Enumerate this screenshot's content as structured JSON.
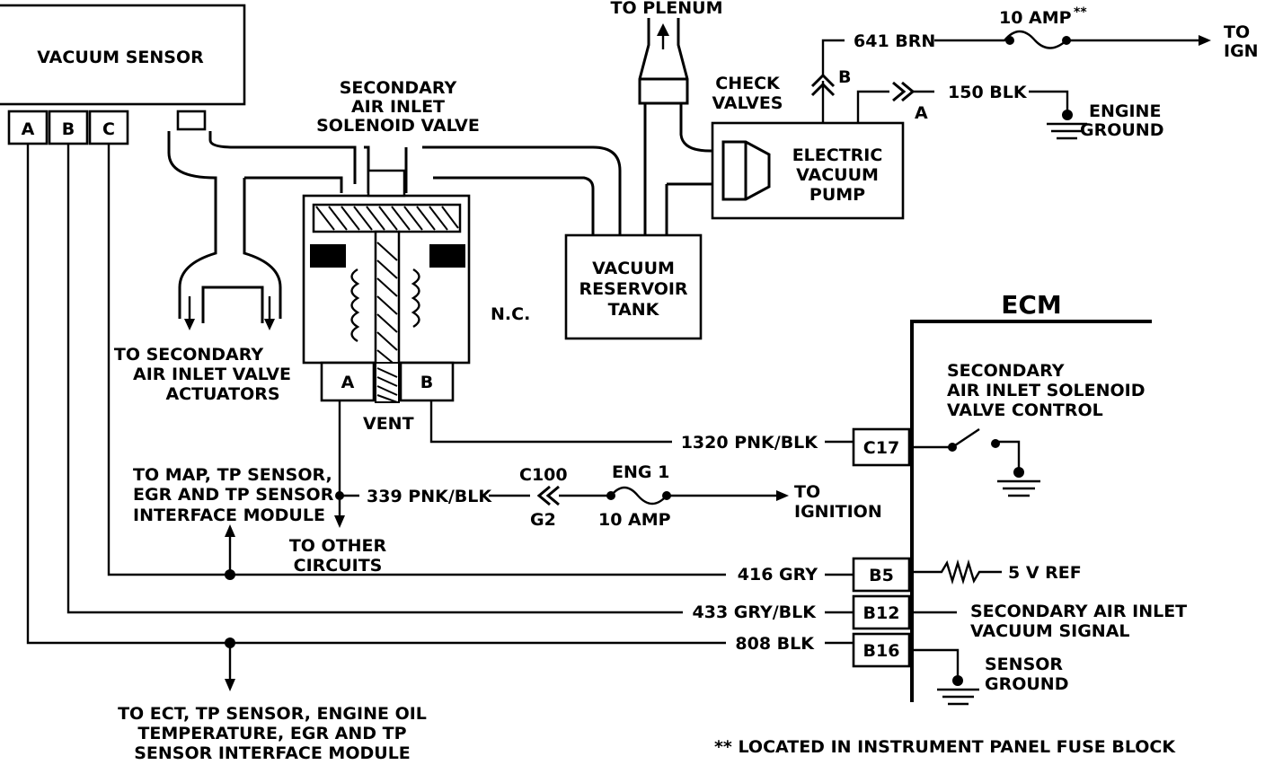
{
  "components": {
    "vacuum_sensor": "VACUUM SENSOR",
    "vacuum_sensor_pins": [
      "A",
      "B",
      "C"
    ],
    "solenoid": [
      "SECONDARY",
      "AIR INLET",
      "SOLENOID VALVE"
    ],
    "solenoid_pins": [
      "A",
      "B"
    ],
    "normally_closed": "N.C.",
    "vent": "VENT",
    "to_plenum": "TO PLENUM",
    "check_valves": [
      "CHECK",
      "VALVES"
    ],
    "reservoir": [
      "VACUUM",
      "RESERVOIR",
      "TANK"
    ],
    "pump": [
      "ELECTRIC",
      "VACUUM",
      "PUMP"
    ],
    "to_actuators": [
      "TO SECONDARY",
      "AIR INLET  VALVE",
      "ACTUATORS"
    ],
    "ecm": "ECM",
    "ecm_switch_label": [
      "SECONDARY",
      "AIR INLET SOLENOID",
      "VALVE CONTROL"
    ],
    "ecm_pins": [
      "C17",
      "B5",
      "B12",
      "B16"
    ],
    "five_v_ref": "5 V REF",
    "vacuum_signal": [
      "SECONDARY AIR INLET",
      "VACUUM SIGNAL"
    ],
    "sensor_ground": [
      "SENSOR",
      "GROUND"
    ],
    "engine_ground": [
      "ENGINE",
      "GROUND"
    ]
  },
  "wires": {
    "w641": "641 BRN",
    "w150": "150 BLK",
    "w1320": "1320 PNK/BLK",
    "w339": "339 PNK/BLK",
    "w416": "416 GRY",
    "w433": "433 GRY/BLK",
    "w808": "808 BLK",
    "conn_a": "A",
    "conn_b": "B",
    "c100": "C100",
    "g2": "G2"
  },
  "fuses": {
    "top_amp": "10 AMP",
    "top_stars": "**",
    "to_ign": [
      "TO",
      "IGN"
    ],
    "eng1": "ENG 1",
    "eng1_amp": "10 AMP",
    "to_ignition": [
      "TO",
      "IGNITION"
    ]
  },
  "notes": {
    "map_tp": [
      "TO MAP, TP SENSOR,",
      "EGR AND TP SENSOR",
      "INTERFACE MODULE"
    ],
    "other_circuits": [
      "TO OTHER",
      "CIRCUITS"
    ],
    "ect": [
      "TO ECT, TP SENSOR, ENGINE OIL",
      "TEMPERATURE, EGR AND TP",
      "SENSOR INTERFACE MODULE"
    ],
    "footnote": "** LOCATED IN  INSTRUMENT  PANEL FUSE BLOCK"
  }
}
